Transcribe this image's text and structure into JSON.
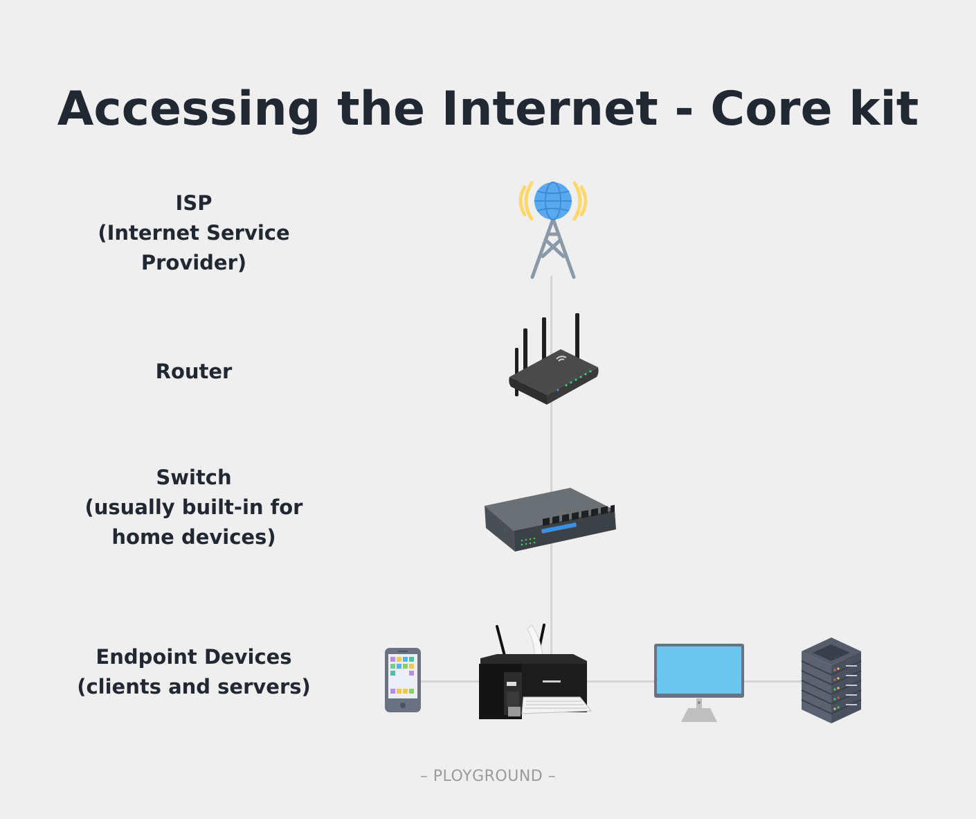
{
  "title": "Accessing the Internet - Core kit",
  "layers": {
    "isp": [
      "ISP",
      "(Internet Service",
      "Provider)"
    ],
    "router": [
      "Router"
    ],
    "switch": [
      "Switch",
      "(usually built-in for",
      "home devices)"
    ],
    "endpoint": [
      "Endpoint Devices",
      "(clients and servers)"
    ]
  },
  "icons": {
    "isp": "cell-tower-globe-icon",
    "router": "wifi-router-icon",
    "switch": "network-switch-icon",
    "phone": "smartphone-icon",
    "printer": "printer-icon",
    "monitor": "desktop-monitor-icon",
    "server": "server-rack-icon"
  },
  "colors": {
    "title": "#222831",
    "wire": "#d4d4d4",
    "globe": "#5aa9ee",
    "signal": "#ffd86b",
    "tower": "#8a99a8",
    "screen": "#6ac6ef"
  },
  "footer": "– PLOYGROUND –"
}
